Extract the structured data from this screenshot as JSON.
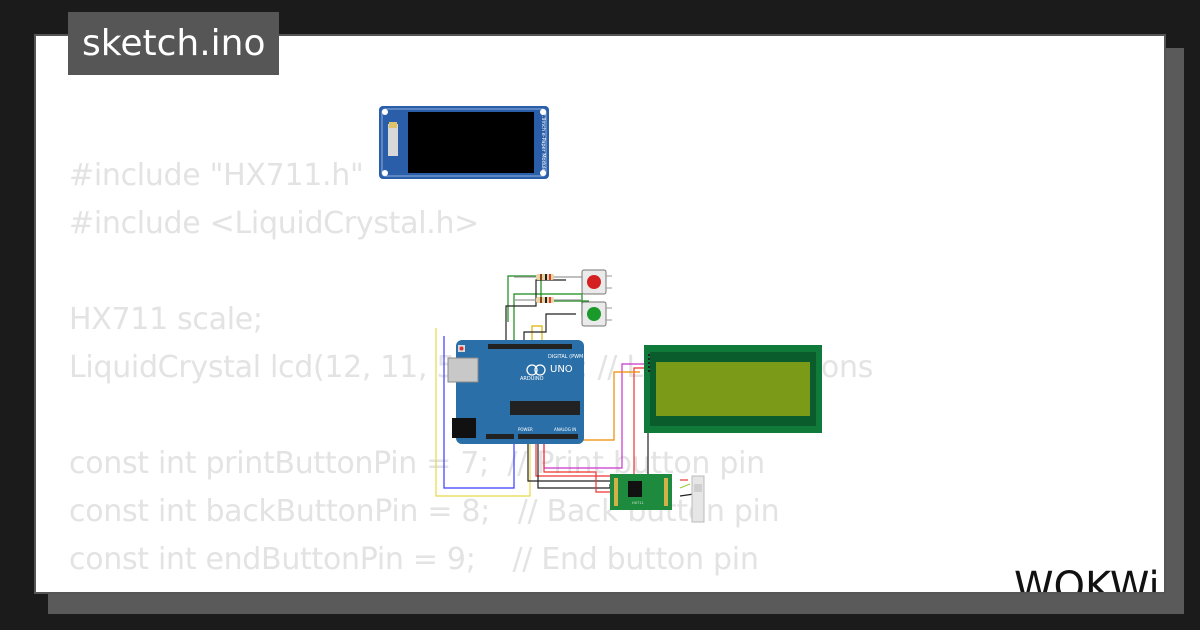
{
  "title": "sketch.ino",
  "code_lines": [
    "#include \"HX711.h\"",
    "#include <LiquidCrystal.h>",
    "",
    "HX711 scale;",
    "LiquidCrystal lcd(12, 11, 5, 4, 3, 2); // LCD connections",
    "",
    "const int printButtonPin = 7;  // Print button pin",
    "const int backButtonPin = 8;   // Back button pin",
    "const int endButtonPin = 9;    // End button pin"
  ],
  "components": {
    "epaper_label": "2.9inch e-Paper Module",
    "arduino_brand": "UNO",
    "arduino_maker": "ARDUINO",
    "digital_label": "DIGITAL (PWM~)",
    "analog_label": "ANALOG IN",
    "power_label": "POWER",
    "hx711_label": "HX711"
  },
  "logo_text": "WOKWi",
  "colors": {
    "background": "#1b1b1b",
    "card": "#ffffff",
    "title_tab": "#565656",
    "code_text": "#e3e3e3",
    "arduino_blue": "#2a6fa8",
    "lcd_frame": "#0f7a3a",
    "lcd_screen": "#7a9a18",
    "hx711_board": "#1d8a3e",
    "button_red": "#d42020",
    "button_green": "#1a9a2a"
  }
}
